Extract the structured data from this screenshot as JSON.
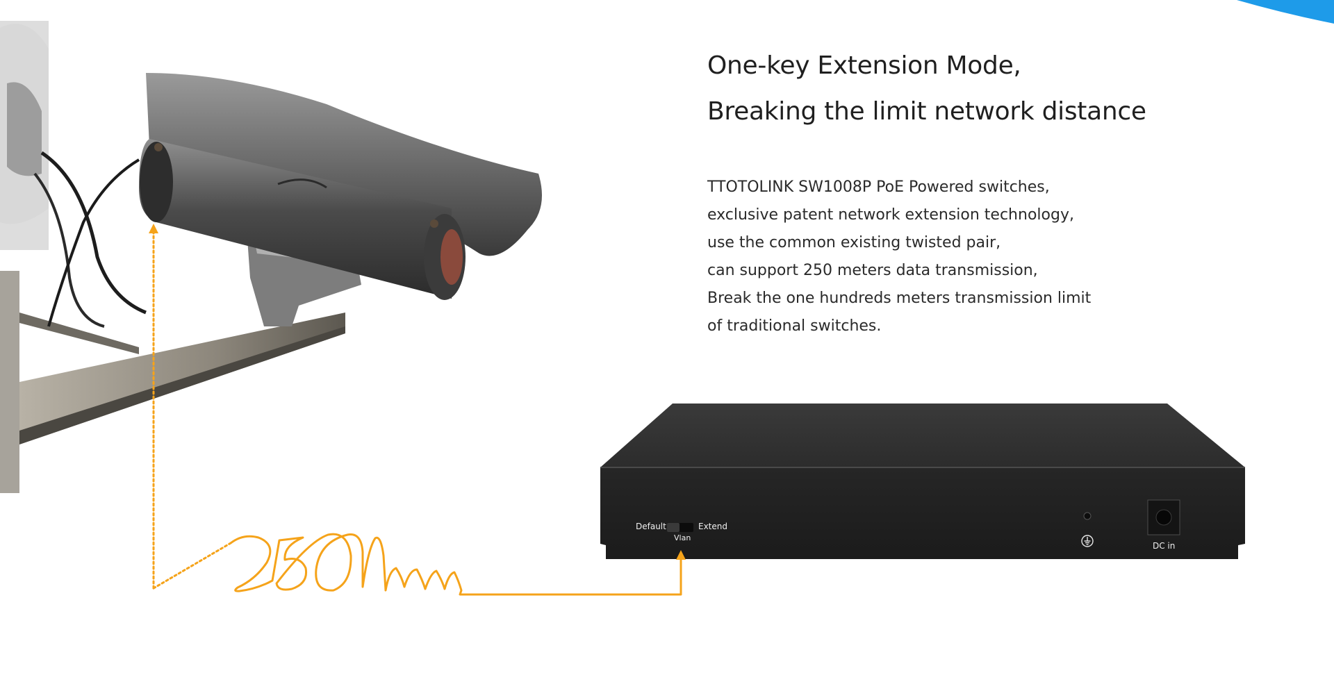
{
  "headline": {
    "line1": "One-key Extension Mode,",
    "line2": "Breaking the limit network distance"
  },
  "description": {
    "lines": [
      "TTOTOLINK SW1008P PoE Powered switches,",
      "exclusive patent network extension technology,",
      "use the common existing twisted pair,",
      "can support 250 meters data transmission,",
      "Break the one hundreds meters transmission limit",
      "of traditional switches."
    ]
  },
  "switch_panel": {
    "default_label": "Default",
    "extend_label": "Extend",
    "vlan_label": "Vlan",
    "dc_label": "DC in"
  },
  "colors": {
    "cable": "#f5a31a",
    "accent": "#1e9be9",
    "switch_body": "#2d2d2d"
  },
  "icons": [
    "ground-icon",
    "dc-power-jack-icon",
    "arrow-up-icon"
  ]
}
